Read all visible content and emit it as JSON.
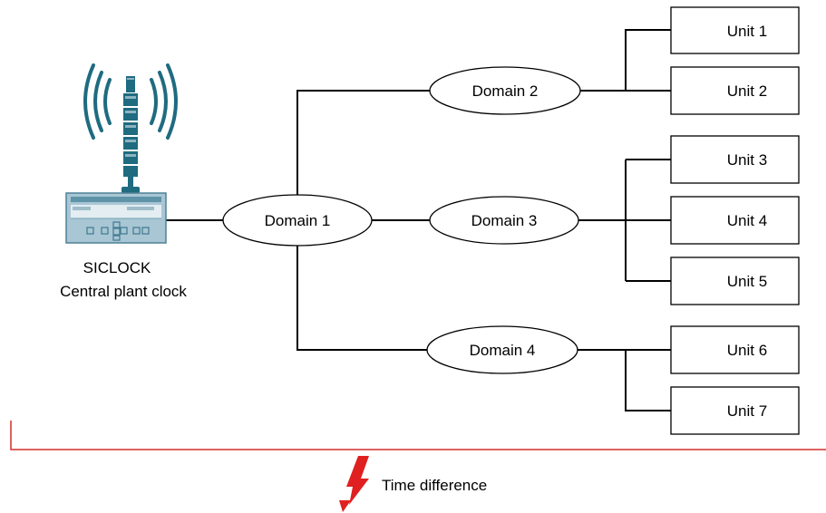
{
  "colors": {
    "line": "#000000",
    "antenna": "#1f6b80",
    "device_body": "#a9c6d4",
    "device_screen": "#e3edf2",
    "time_difference_line": "#d42f2f",
    "lightning": "#e02020"
  },
  "clock": {
    "icon": "radio-clock-icon",
    "name": "SICLOCK",
    "description": "Central plant clock"
  },
  "domains": [
    {
      "id": "domain-1",
      "label": "Domain 1"
    },
    {
      "id": "domain-2",
      "label": "Domain 2"
    },
    {
      "id": "domain-3",
      "label": "Domain 3"
    },
    {
      "id": "domain-4",
      "label": "Domain 4"
    }
  ],
  "units": [
    {
      "id": "unit-1",
      "label": "Unit 1"
    },
    {
      "id": "unit-2",
      "label": "Unit 2"
    },
    {
      "id": "unit-3",
      "label": "Unit 3"
    },
    {
      "id": "unit-4",
      "label": "Unit 4"
    },
    {
      "id": "unit-5",
      "label": "Unit 5"
    },
    {
      "id": "unit-6",
      "label": "Unit 6"
    },
    {
      "id": "unit-7",
      "label": "Unit 7"
    }
  ],
  "connections": [
    {
      "from": "clock",
      "to": "domain-1"
    },
    {
      "from": "domain-1",
      "to": "domain-2"
    },
    {
      "from": "domain-1",
      "to": "domain-3"
    },
    {
      "from": "domain-1",
      "to": "domain-4"
    },
    {
      "from": "domain-2",
      "to": "unit-1"
    },
    {
      "from": "domain-2",
      "to": "unit-2"
    },
    {
      "from": "domain-3",
      "to": "unit-3"
    },
    {
      "from": "domain-3",
      "to": "unit-4"
    },
    {
      "from": "domain-3",
      "to": "unit-5"
    },
    {
      "from": "domain-4",
      "to": "unit-6"
    },
    {
      "from": "domain-4",
      "to": "unit-7"
    }
  ],
  "time_difference": {
    "icon": "lightning-icon",
    "label": "Time difference"
  }
}
